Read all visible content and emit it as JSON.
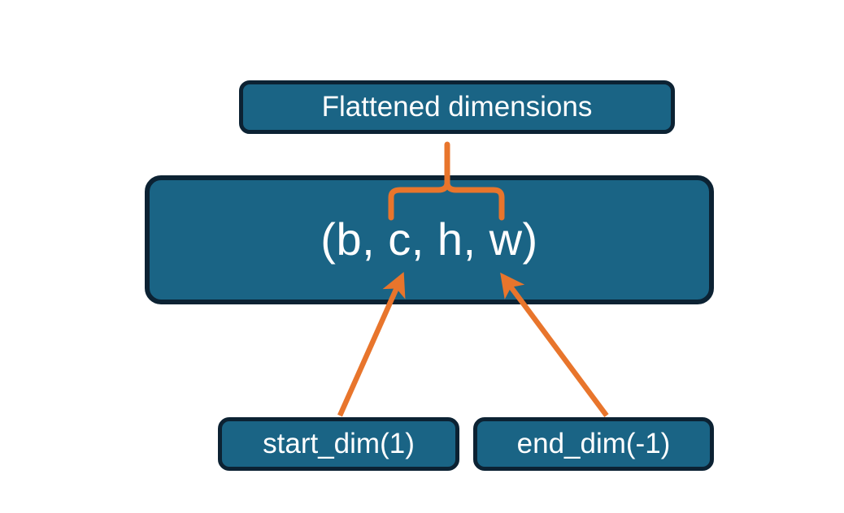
{
  "diagram": {
    "title": "Flatten dimensions diagram",
    "background": "#ffffff",
    "colors": {
      "node_fill": "#1A6485",
      "node_border": "#0C2233",
      "node_text": "#ffffff",
      "connector": "#E8752C"
    },
    "nodes": {
      "flattened": {
        "label": "Flattened dimensions",
        "role": "caption-box-top"
      },
      "tuple": {
        "label": "(b, c, h, w)",
        "role": "shape-tuple-box"
      },
      "start_dim": {
        "label": "start_dim(1)",
        "role": "argument-box-left"
      },
      "end_dim": {
        "label": "end_dim(-1)",
        "role": "argument-box-right"
      }
    },
    "connectors": {
      "brace": {
        "name": "curly-brace-up",
        "spans_label": "c, h, w",
        "points_to": "Flattened dimensions"
      },
      "arrow_left": {
        "name": "arrow-start-dim-to-c",
        "from": "start_dim(1)",
        "to": "c"
      },
      "arrow_right": {
        "name": "arrow-end-dim-to-w",
        "from": "end_dim(-1)",
        "to": "w"
      }
    }
  }
}
